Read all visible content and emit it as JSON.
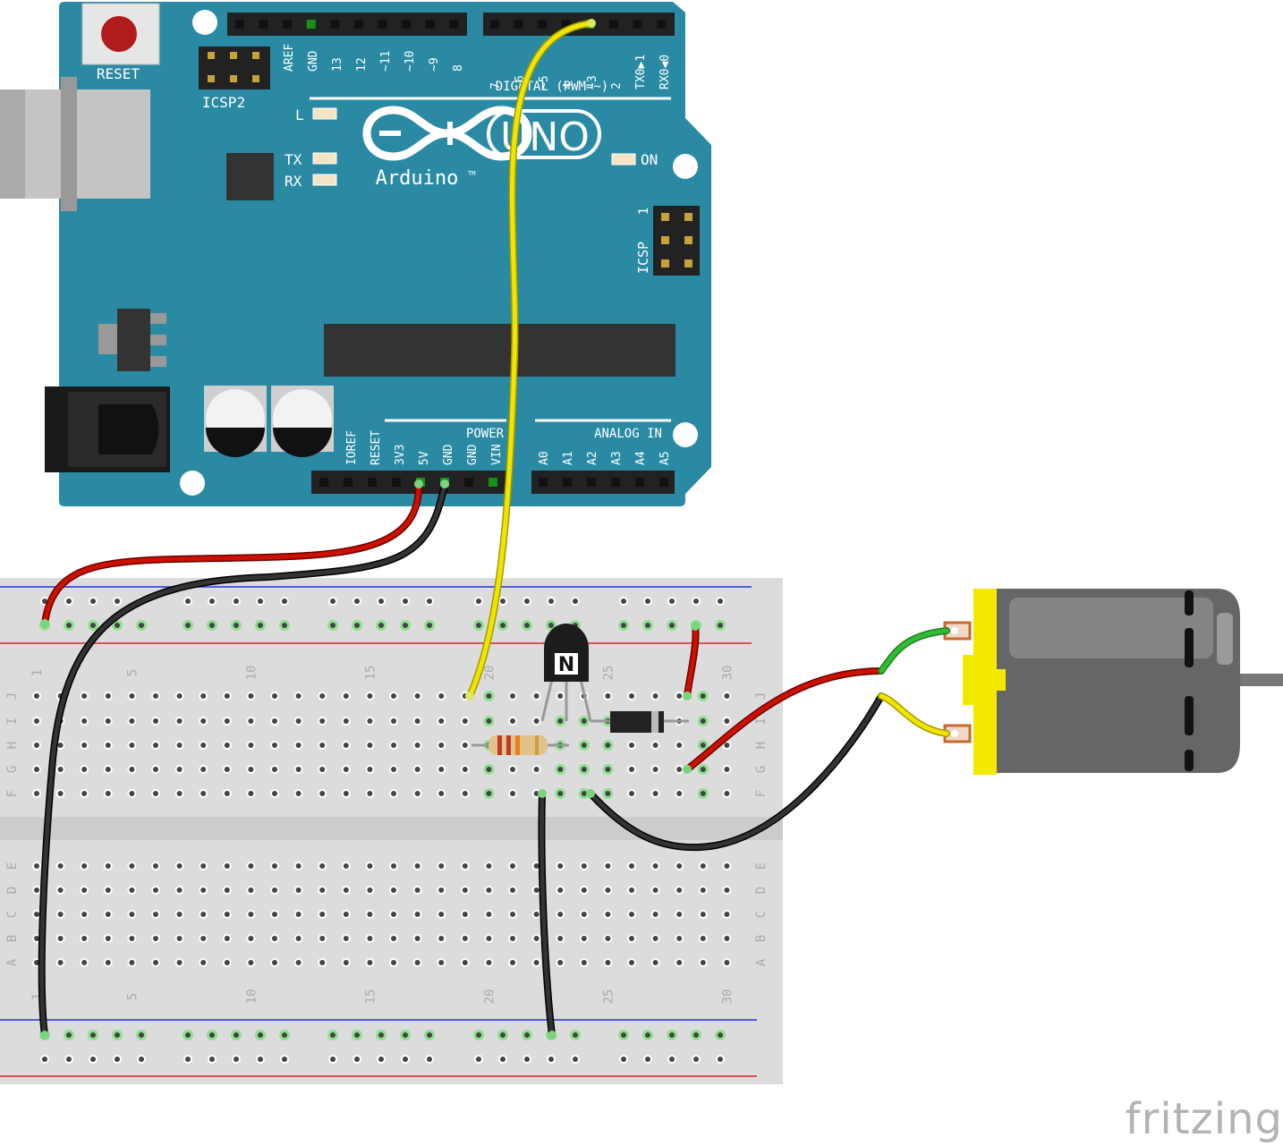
{
  "arduino": {
    "brand": "Arduino",
    "model": "UNO",
    "tm": "TM",
    "reset_label": "RESET",
    "icsp2_label": "ICSP2",
    "icsp_label": "ICSP",
    "icsp_pin1": "1",
    "led_l": "L",
    "led_tx": "TX",
    "led_rx": "RX",
    "led_on": "ON",
    "digital_label": "DIGITAL (PWM=~)",
    "power_label": "POWER",
    "analog_label": "ANALOG IN",
    "top_header_left": [
      "AREF",
      "GND",
      "13",
      "12",
      "~11",
      "~10",
      "~9",
      "8"
    ],
    "top_header_right": [
      "7",
      "~6",
      "~5",
      "4",
      "~3",
      "2",
      "TX0▶1",
      "RX0◀0"
    ],
    "power_pins": [
      "IOREF",
      "RESET",
      "3V3",
      "5V",
      "GND",
      "GND",
      "VIN"
    ],
    "analog_pins": [
      "A0",
      "A1",
      "A2",
      "A3",
      "A4",
      "A5"
    ]
  },
  "breadboard": {
    "column_numbers": [
      "1",
      "5",
      "10",
      "15",
      "20",
      "25",
      "30"
    ],
    "rows_top": [
      "J",
      "I",
      "H",
      "G",
      "F"
    ],
    "rows_bottom": [
      "E",
      "D",
      "C",
      "B",
      "A"
    ]
  },
  "transistor_mark": "N",
  "watermark": "fritzing",
  "colors": {
    "board": "#2b8aa3",
    "wire_red": "#cc1100",
    "wire_black": "#222222",
    "wire_yellow": "#f0e400",
    "wire_green": "#33bb33",
    "motor_yellow": "#f5e800",
    "motor_gray": "#666666",
    "hole_active": "#8ee08e"
  }
}
